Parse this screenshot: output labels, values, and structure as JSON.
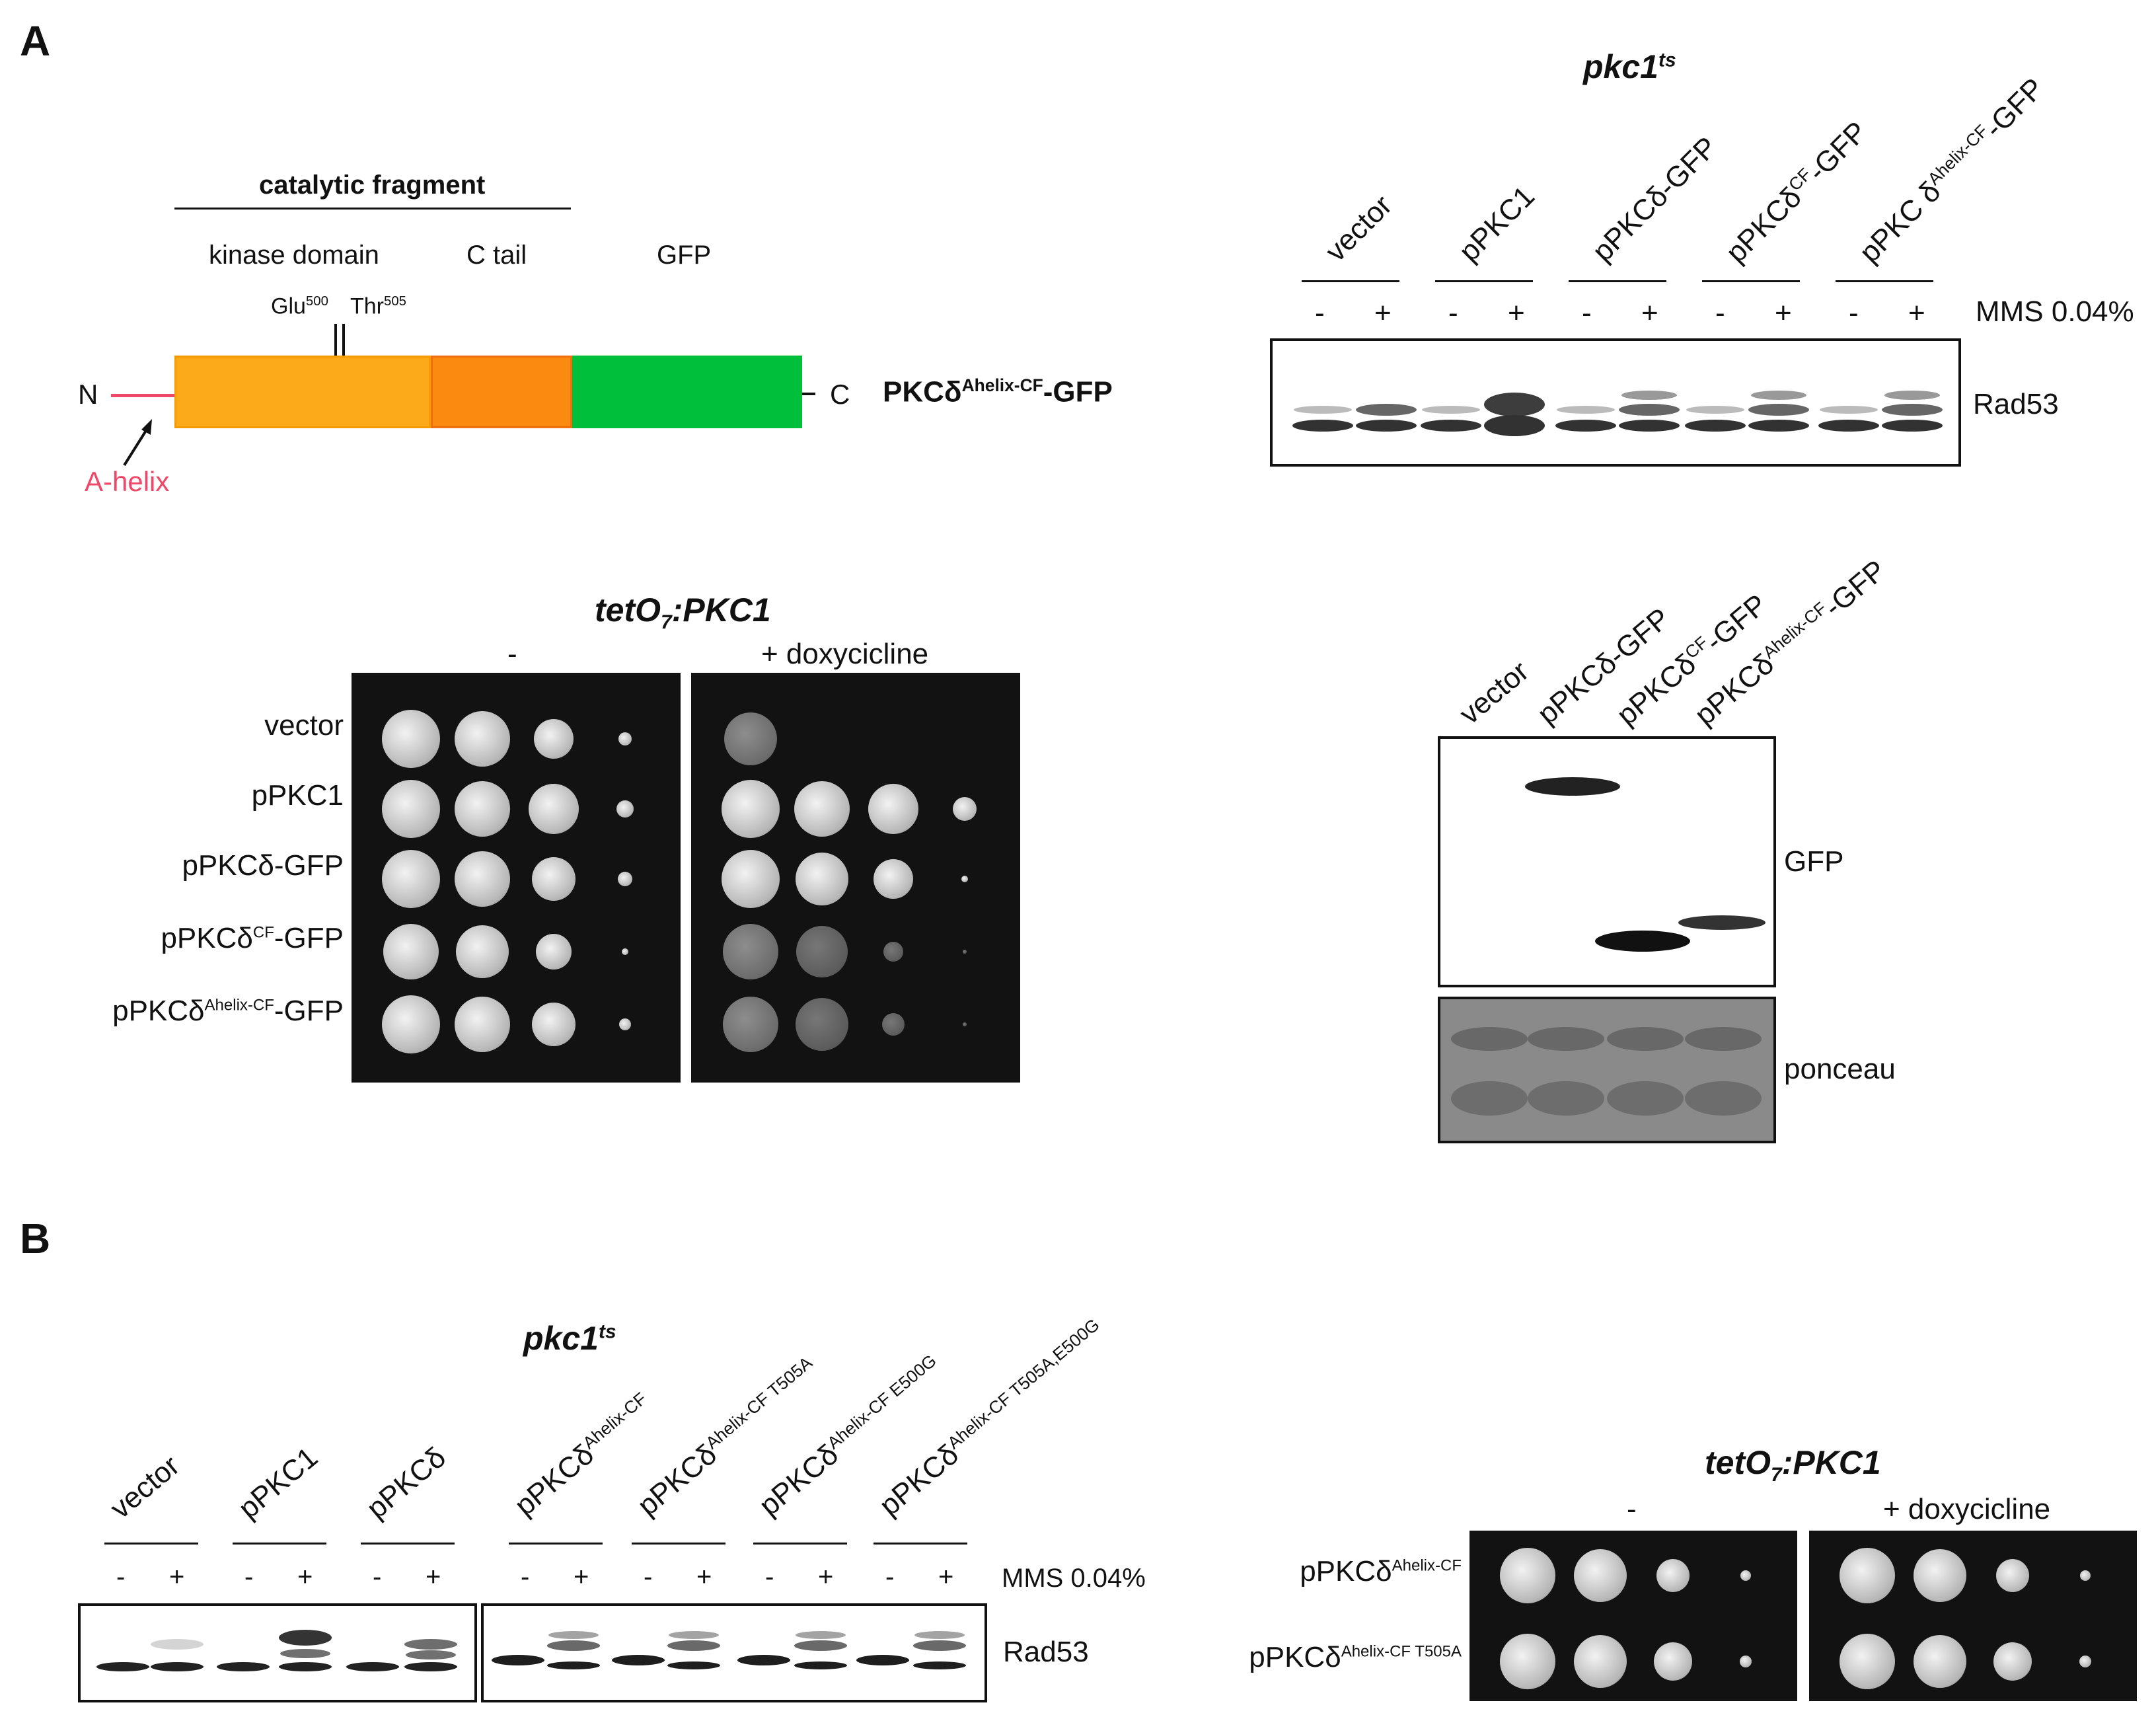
{
  "panels": {
    "a": "A",
    "b": "B"
  },
  "diagram": {
    "catalytic_fragment": "catalytic fragment",
    "kinase_domain": "kinase domain",
    "c_tail": "C tail",
    "gfp": "GFP",
    "glu": "Glu",
    "glu_sup": "500",
    "thr": "Thr",
    "thr_sup": "505",
    "n_term": "N",
    "c_term": "C",
    "construct_main": "PKCδ",
    "construct_sup": "Ahelix-CF",
    "construct_suffix": "-GFP",
    "a_helix": "A-helix",
    "colors": {
      "kinase": "#fca91a",
      "ctail": "#fb8a10",
      "gfp": "#00bf3a",
      "helix": "#ef4868"
    }
  },
  "blotA": {
    "title": "pkc1",
    "title_sup": "ts",
    "lanes": [
      {
        "main": "vector",
        "sup": "",
        "suffix": ""
      },
      {
        "main": "pPKC1",
        "sup": "",
        "suffix": ""
      },
      {
        "main": "pPKCδ-GFP",
        "sup": "",
        "suffix": ""
      },
      {
        "main": "pPKCδ",
        "sup": "CF",
        "suffix": "-GFP"
      },
      {
        "main": "pPKC  δ",
        "sup": "Ahelix-CF",
        "suffix": "-GFP"
      }
    ],
    "minus": "-",
    "plus": "+",
    "mms": "MMS 0.04%",
    "band_label": "Rad53"
  },
  "spotA": {
    "title": "tetO",
    "title_sub": "7",
    "title_rest": ":PKC1",
    "col_minus": "-",
    "col_dox": "+ doxycicline",
    "rows": [
      {
        "main": "vector",
        "sup": "",
        "suffix": ""
      },
      {
        "main": "pPKC1",
        "sup": "",
        "suffix": ""
      },
      {
        "main": "pPKCδ-GFP",
        "sup": "",
        "suffix": ""
      },
      {
        "main": "pPKCδ",
        "sup": "CF",
        "suffix": "-GFP"
      },
      {
        "main": "pPKCδ",
        "sup": "Ahelix-CF",
        "suffix": "-GFP"
      }
    ]
  },
  "gfpBlot": {
    "lanes": [
      {
        "main": "vector",
        "sup": "",
        "suffix": ""
      },
      {
        "main": "pPKCδ-GFP",
        "sup": "",
        "suffix": ""
      },
      {
        "main": "pPKCδ",
        "sup": "CF",
        "suffix": "-GFP"
      },
      {
        "main": "pPKCδ",
        "sup": "Ahelix-CF",
        "suffix": "-GFP"
      }
    ],
    "gfp_label": "GFP",
    "ponceau_label": "ponceau"
  },
  "blotB": {
    "title": "pkc1",
    "title_sup": "ts",
    "lanes": [
      {
        "main": "vector",
        "sup": ""
      },
      {
        "main": "pPKC1",
        "sup": ""
      },
      {
        "main": "pPKCδ",
        "sup": ""
      },
      {
        "main": "pPKCδ",
        "sup": "Ahelix-CF"
      },
      {
        "main": "pPKCδ",
        "sup": "Ahelix-CF T505A"
      },
      {
        "main": "pPKCδ",
        "sup": "Ahelix-CF E500G"
      },
      {
        "main": "pPKCδ",
        "sup": "Ahelix-CF T505A,E500G"
      }
    ],
    "minus": "-",
    "plus": "+",
    "mms": "MMS 0.04%",
    "band_label": "Rad53"
  },
  "spotB": {
    "title": "tetO",
    "title_sub": "7",
    "title_rest": ":PKC1",
    "col_minus": "-",
    "col_dox": "+ doxycicline",
    "rows": [
      {
        "main": "pPKCδ",
        "sup": "Ahelix-CF"
      },
      {
        "main": "pPKCδ",
        "sup": "Ahelix-CF T505A"
      }
    ]
  }
}
